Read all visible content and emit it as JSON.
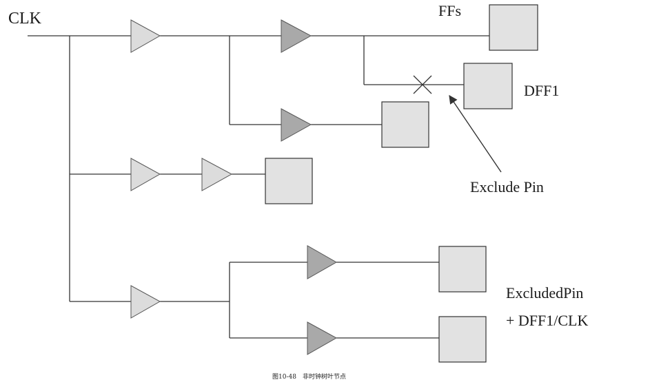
{
  "diagram": {
    "clock_label": "CLK",
    "ffs_label": "FFs",
    "dff1_label": "DFF1",
    "exclude_pin_label": "Exclude Pin",
    "excluded_note_line1": "ExcludedPin",
    "excluded_note_line2": "+ DFF1/CLK",
    "caption": "图10-48　非时钟树叶节点",
    "colors": {
      "light_buffer": "#dcdcdc",
      "dark_buffer": "#a9a9a9",
      "flip_flop": "#e2e2e2",
      "wire": "#333333"
    }
  }
}
